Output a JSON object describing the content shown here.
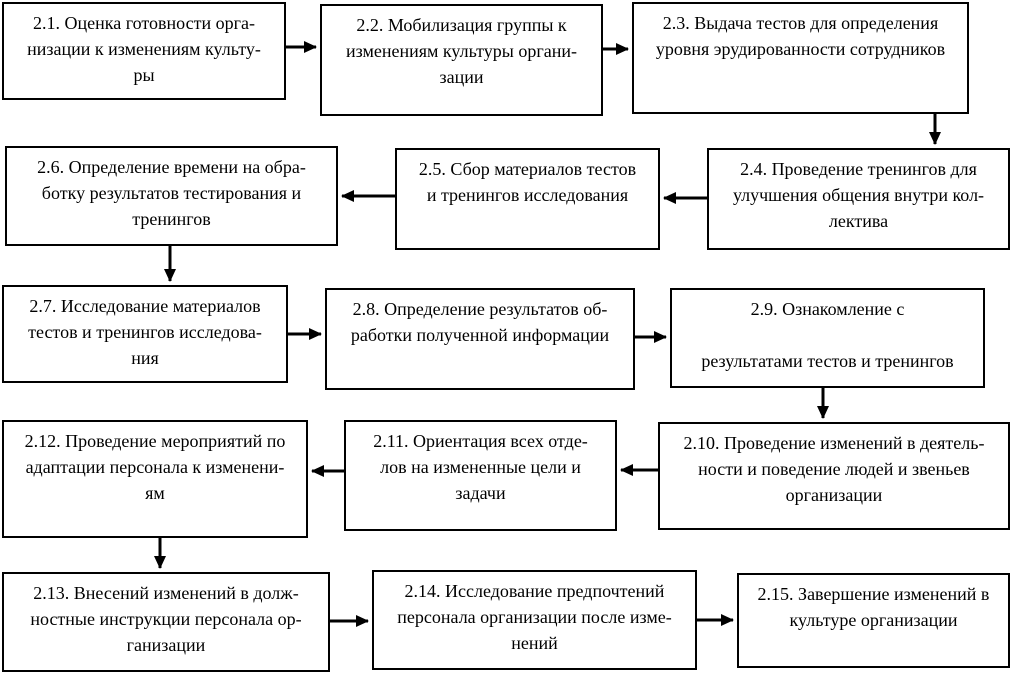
{
  "diagram": {
    "type": "flowchart",
    "language": "ru",
    "nodes": [
      {
        "id": "2.1",
        "label": "2.1. Оценка готовности орга-\nнизации к изменениям культу-\nры"
      },
      {
        "id": "2.2",
        "label": "2.2. Мобилизация группы к\nизменениям культуры органи-\nзации"
      },
      {
        "id": "2.3",
        "label": "2.3. Выдача тестов для определения\nуровня эрудированности сотрудников"
      },
      {
        "id": "2.4",
        "label": "2.4. Проведение тренингов для\nулучшения общения внутри кол-\nлектива"
      },
      {
        "id": "2.5",
        "label": "2.5. Сбор материалов тестов\nи тренингов исследования"
      },
      {
        "id": "2.6",
        "label": "2.6. Определение времени на обра-\nботку результатов тестирования и\nтренингов"
      },
      {
        "id": "2.7",
        "label": "2.7. Исследование материалов\nтестов и тренингов исследова-\nния"
      },
      {
        "id": "2.8",
        "label": "2.8. Определение результатов об-\nработки полученной информации"
      },
      {
        "id": "2.9",
        "label": "2.9. Ознакомление с\n\nрезультатами тестов и тренингов"
      },
      {
        "id": "2.10",
        "label": "2.10. Проведение изменений в деятель-\nности и поведение людей и звеньев\nорганизации"
      },
      {
        "id": "2.11",
        "label": "2.11. Ориентация всех отде-\nлов на измененные цели и\nзадачи"
      },
      {
        "id": "2.12",
        "label": "2.12. Проведение мероприятий по\nадаптации персонала к изменени-\nям"
      },
      {
        "id": "2.13",
        "label": "2.13. Внесений изменений в долж-\nностные инструкции персонала ор-\nганизации"
      },
      {
        "id": "2.14",
        "label": "2.14. Исследование предпочтений\nперсонала организации после изме-\nнений"
      },
      {
        "id": "2.15",
        "label": "2.15. Завершение изменений в\nкультуре организации"
      }
    ],
    "edges": [
      {
        "from": "2.1",
        "to": "2.2",
        "direction": "right"
      },
      {
        "from": "2.2",
        "to": "2.3",
        "direction": "right"
      },
      {
        "from": "2.3",
        "to": "2.4",
        "direction": "down"
      },
      {
        "from": "2.4",
        "to": "2.5",
        "direction": "left"
      },
      {
        "from": "2.5",
        "to": "2.6",
        "direction": "left"
      },
      {
        "from": "2.6",
        "to": "2.7",
        "direction": "down"
      },
      {
        "from": "2.7",
        "to": "2.8",
        "direction": "right"
      },
      {
        "from": "2.8",
        "to": "2.9",
        "direction": "right"
      },
      {
        "from": "2.9",
        "to": "2.10",
        "direction": "down"
      },
      {
        "from": "2.10",
        "to": "2.11",
        "direction": "left"
      },
      {
        "from": "2.11",
        "to": "2.12",
        "direction": "left"
      },
      {
        "from": "2.12",
        "to": "2.13",
        "direction": "down"
      },
      {
        "from": "2.13",
        "to": "2.14",
        "direction": "right"
      },
      {
        "from": "2.14",
        "to": "2.15",
        "direction": "right"
      }
    ],
    "colors": {
      "box_border": "#000000",
      "box_fill": "#ffffff",
      "text": "#000000",
      "arrow": "#000000"
    }
  }
}
